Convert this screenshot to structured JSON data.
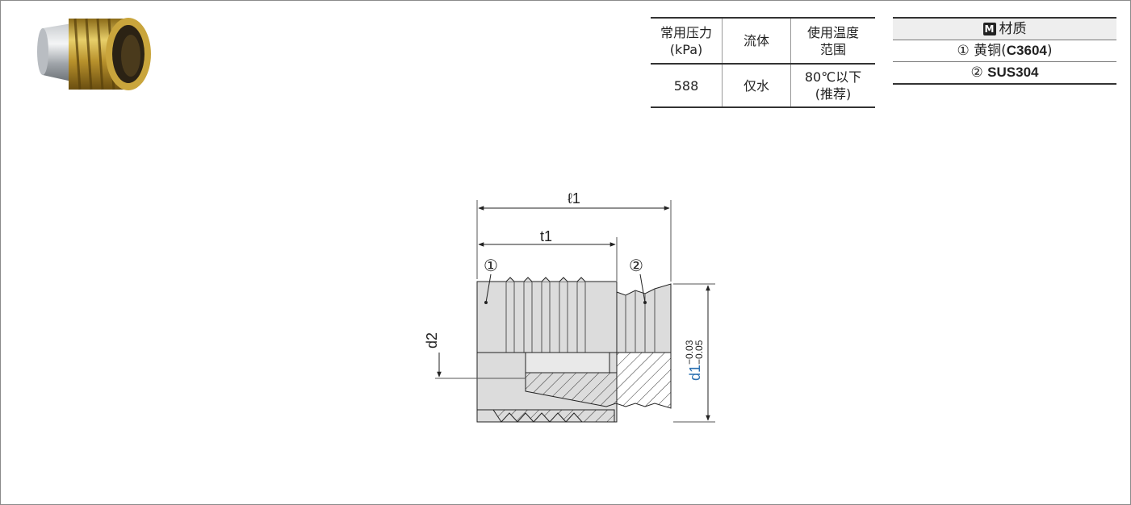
{
  "spec_table": {
    "headers": [
      "常用压力",
      "(kPa)",
      "流体",
      "使用温度",
      "范围"
    ],
    "row": {
      "pressure": "588",
      "fluid": "仅水",
      "temp_line1": "80℃以下",
      "temp_line2": "(推荐)"
    }
  },
  "material": {
    "badge": "M",
    "title": "材质",
    "items": [
      {
        "num": "①",
        "name": "黄铜(",
        "code": "C3604",
        "close": ")"
      },
      {
        "num": "②",
        "name": "",
        "code": "SUS304",
        "close": ""
      }
    ]
  },
  "drawing": {
    "l1": "ℓ1",
    "t1": "t1",
    "d2": "d2",
    "d1": "d1",
    "tol_upper": "−0.03",
    "tol_lower": "−0.05",
    "callout1": "①",
    "callout2": "②",
    "d1_color": "#2a6fb0"
  }
}
